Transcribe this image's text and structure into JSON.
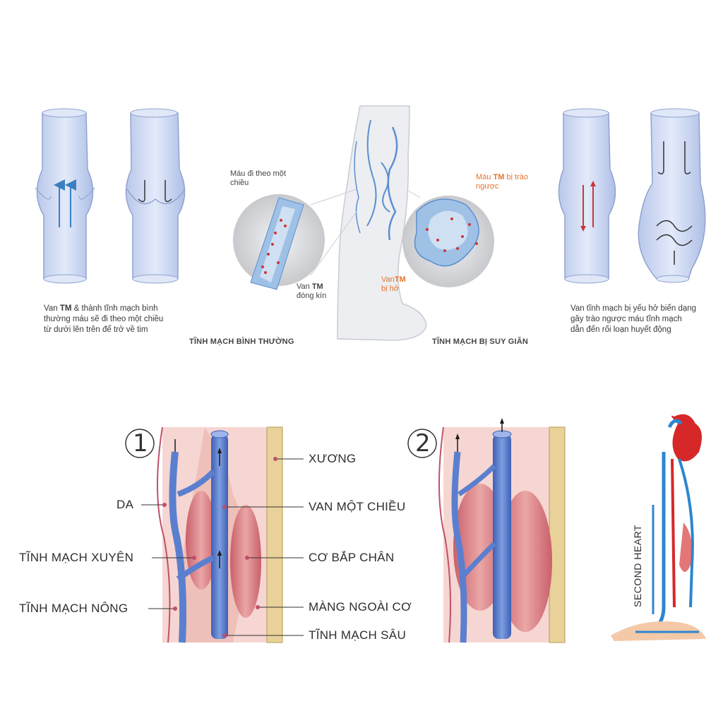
{
  "top": {
    "left_caption": {
      "pre": "Van ",
      "bold": "TM",
      "post": " & thành tĩnh mạch bình thường máu  sẽ đi theo một chiều từ dưới lên trên để trở về tim"
    },
    "right_caption": "Van tĩnh mạch bị yếu hở biến dạng gây trào ngược máu tĩnh mạch dẫn đến rối loạn huyết  động",
    "normal_title": "TĨNH MẠCH BÌNH THƯỜNG",
    "varicose_title": "TĨNH MẠCH BỊ SUY GIÃN",
    "callouts": {
      "flow_one_way": "Máu đi theo một chiều",
      "valve_closed_pre": "Van",
      "valve_closed_bold": "TM",
      "valve_closed_post": "đóng kín",
      "reflux_pre": "Máu",
      "reflux_bold": "TM",
      "reflux_post": "bị trào ngược",
      "valve_open_pre": "Van",
      "valve_open_bold": "TM",
      "valve_open_post": "bị hở"
    }
  },
  "bottom": {
    "panel1_number": "1",
    "panel2_number": "2",
    "labels": {
      "skin": "DA",
      "perforator": "TĨNH MẠCH XUYÊN",
      "superficial": "TĨNH MẠCH NÔNG",
      "bone": "XƯƠNG",
      "valve": "VAN MỘT CHIỀU",
      "calf_muscle": "CƠ BẮP CHÂN",
      "fascia": "MÀNG NGOÀI CƠ",
      "deep_vein": "TĨNH MẠCH SÂU"
    },
    "second_heart": "SECOND HEART"
  },
  "colors": {
    "vein_fill": "#c9d6ef",
    "vein_edge": "#8fa3cf",
    "arrow_blue": "#3a7fc1",
    "arrow_red": "#c8383a",
    "deep_vein": "#4a6fc4",
    "muscle": "#d9848a",
    "skin_bg": "#f6d6d2",
    "bone": "#e8d29a",
    "accent_orange": "#e5732b"
  }
}
